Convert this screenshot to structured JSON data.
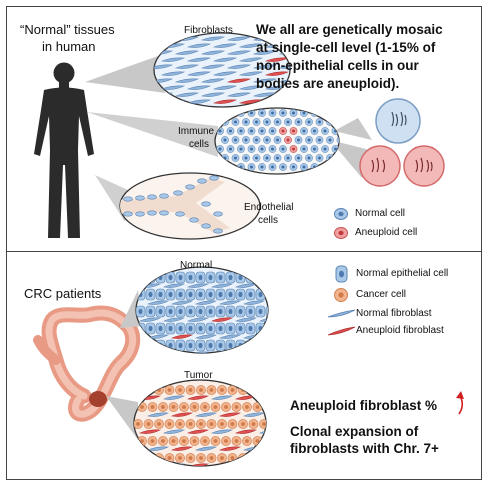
{
  "top_panel": {
    "heading_line1": "“Normal” tissues",
    "heading_line2": "in human",
    "statement": [
      "We all are genetically mosaic",
      "at single-cell level (1-15% of",
      "non-epithelial cells in our",
      "bodies are aneuploid)."
    ],
    "label_fibroblasts": "Fibroblasts",
    "label_immune_1": "Immune",
    "label_immune_2": "cells",
    "label_endothelial_1": "Endothelial",
    "label_endothelial_2": "cells",
    "legend": [
      {
        "label": "Normal cell",
        "color": "#a9c8e8"
      },
      {
        "label": "Aneuploid cell",
        "color": "#e26a6a"
      }
    ]
  },
  "bottom_panel": {
    "heading": "CRC patients",
    "label_normal": "Normal",
    "label_tumor": "Tumor",
    "legend": [
      {
        "label": "Normal epithelial cell",
        "color": "#a9c8e8"
      },
      {
        "label": "Cancer cell",
        "color": "#f2b48e"
      },
      {
        "label": "Normal fibroblast",
        "color": "#8fb4dc"
      },
      {
        "label": "Aneuploid fibroblast",
        "color": "#e05050"
      }
    ],
    "finding_1": "Aneuploid fibroblast %",
    "finding_2_line1": "Clonal expansion of",
    "finding_2_line2": "fibroblasts with Chr. 7+"
  },
  "colors": {
    "body_silhouette": "#2b2b2b",
    "callout": "#bfbfbf",
    "normal_cell": "#a9c8e8",
    "aneuploid": "#e26a6a",
    "colon": "#e89a84",
    "tumor": "#a3402e"
  }
}
